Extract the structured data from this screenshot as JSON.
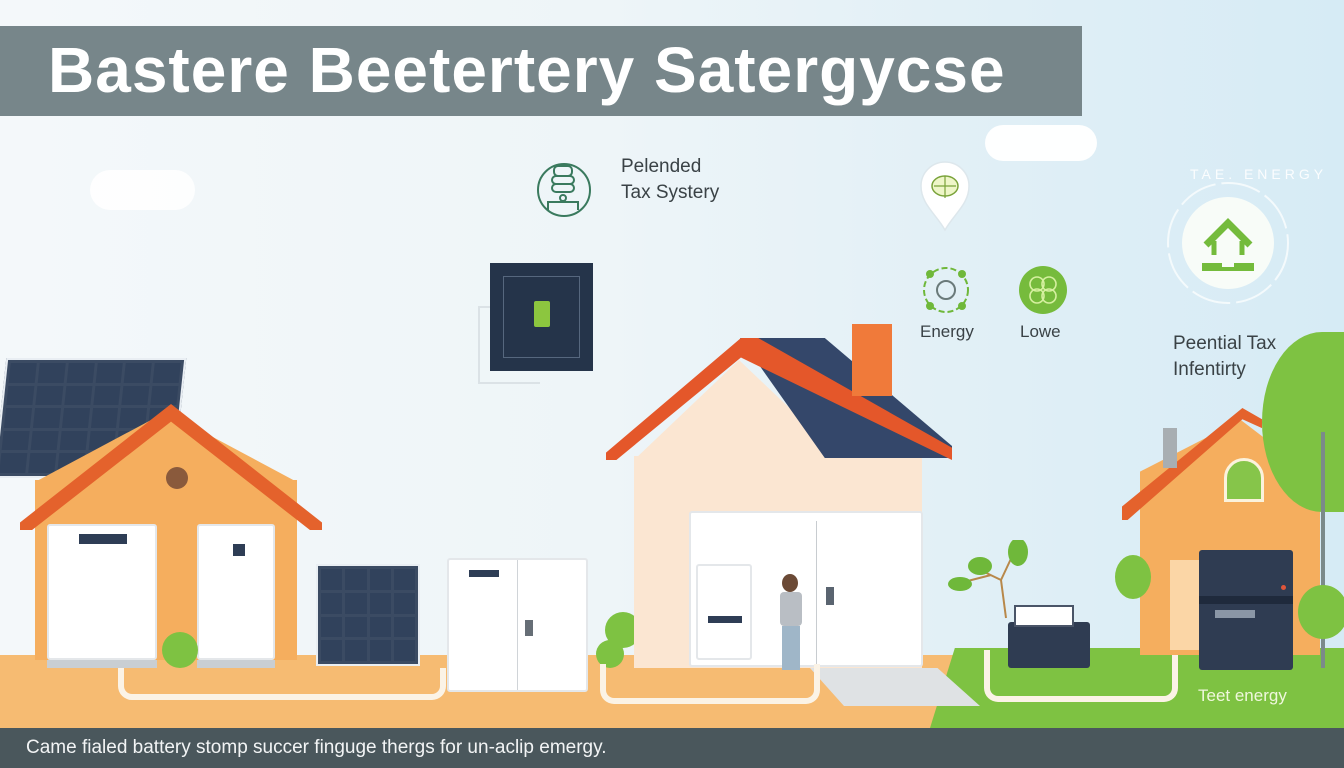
{
  "header": {
    "title": "Bastere Beetertery Satergycse"
  },
  "labels": {
    "tax_system": [
      "Pelended",
      "Tax Systery"
    ],
    "energy": "Energy",
    "lowe": "Lowe",
    "potential_tax": [
      "Peential Tax",
      "Infentirty"
    ],
    "badge_arc": "TAE. ENERGY",
    "ground_label": "Teet energy"
  },
  "footer": {
    "caption": "Came fialed battery stomp succer finguge thergs for un-aclip emergy."
  },
  "colors": {
    "title_bar": "#77868a",
    "footer_bar": "#4a575c",
    "roof_orange": "#e4622c",
    "house_orange": "#f5ae5e",
    "house_cream": "#fbe6d2",
    "solar_navy": "#31425c",
    "green": "#7ec242",
    "ground_orange": "#f6bb72"
  },
  "icons": {
    "tax_system_icon": "battery-stack-icon",
    "pin_icon": "location-pin-leaf-icon",
    "energy_icon": "energy-cycle-icon",
    "lowe_icon": "clover-icon",
    "badge_icon": "house-hands-icon",
    "wall_unit_icon": "green-battery-icon"
  }
}
